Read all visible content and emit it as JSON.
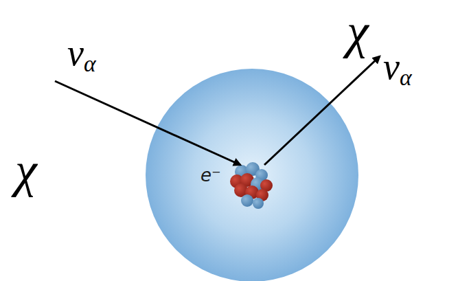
{
  "diagram": {
    "nodes": [
      {
        "text": [
          "e⁻"
        ]
      }
    ],
    "labels": [
      "χ",
      "να",
      "να",
      "χ"
    ]
  }
}
